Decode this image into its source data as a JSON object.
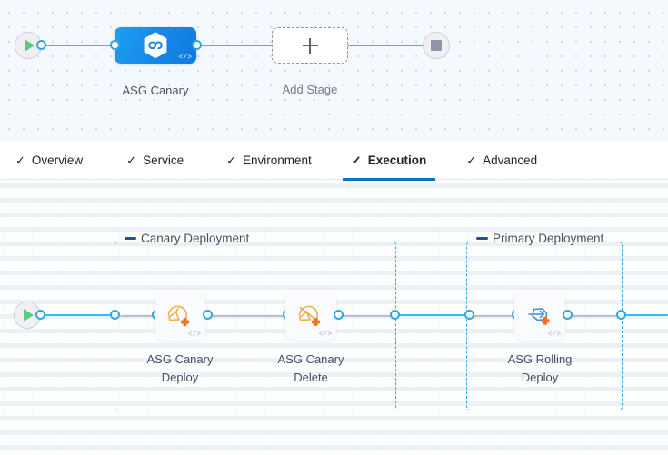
{
  "colors": {
    "accent_blue": "#2ea8e6",
    "edge_blue": "#33bbee",
    "stage_blue": "#1887e8",
    "tab_active_underline": "#0b72c4",
    "group_border": "#2ea8e6",
    "step_icon_yellow": "#f2a83c",
    "step_icon_orange": "#f07320",
    "step_icon_blue": "#3a8fd0",
    "start_play_green": "#5fc97e",
    "stop_square_gray": "#9193a8",
    "canvas_top_bg": "#f4f9fd",
    "canvas_bottom_bg": "#fdfefe"
  },
  "pipeline": {
    "start_node": {
      "name": "start-node",
      "icon": "play-icon"
    },
    "end_node": {
      "name": "end-node",
      "icon": "stop-square-icon"
    },
    "stages": [
      {
        "label": "ASG Canary",
        "icon": "harness-hexagon-icon",
        "code_glyph": "</>",
        "selected": true
      },
      {
        "label": "Add Stage",
        "icon": "plus-icon",
        "type": "add"
      }
    ]
  },
  "tabs": [
    {
      "label": "Overview",
      "icon": "check-icon",
      "active": false
    },
    {
      "label": "Service",
      "icon": "check-icon",
      "active": false
    },
    {
      "label": "Environment",
      "icon": "check-icon",
      "active": false
    },
    {
      "label": "Execution",
      "icon": "check-icon",
      "active": true
    },
    {
      "label": "Advanced",
      "icon": "check-icon",
      "active": false
    }
  ],
  "execution": {
    "start_node": {
      "name": "execution-start-node",
      "icon": "play-icon"
    },
    "groups": [
      {
        "title": "Canary Deployment",
        "collapse_icon": "minus-icon",
        "steps": [
          {
            "label_line1": "ASG Canary",
            "label_line2": "Deploy",
            "icon": "asg-canary-deploy-icon",
            "code_glyph": "</>"
          },
          {
            "label_line1": "ASG Canary",
            "label_line2": "Delete",
            "icon": "asg-canary-delete-icon",
            "code_glyph": "</>"
          }
        ]
      },
      {
        "title": "Primary Deployment",
        "collapse_icon": "minus-icon",
        "steps": [
          {
            "label_line1": "ASG Rolling",
            "label_line2": "Deploy",
            "icon": "asg-rolling-deploy-icon",
            "code_glyph": "</>"
          }
        ]
      }
    ]
  }
}
